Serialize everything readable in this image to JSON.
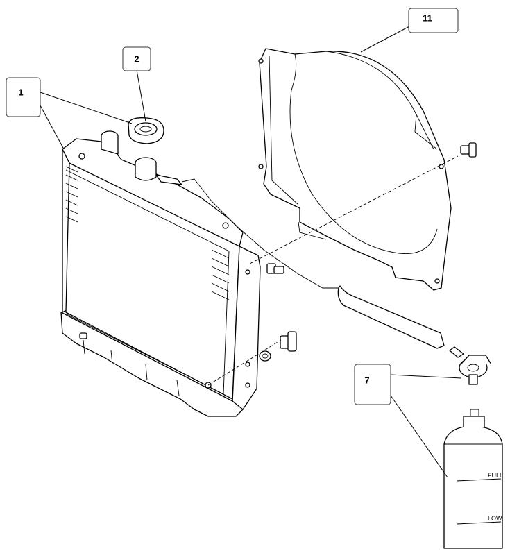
{
  "callouts": [
    {
      "id": "1",
      "label": "1"
    },
    {
      "id": "2",
      "label": "2"
    },
    {
      "id": "7",
      "label": "7"
    },
    {
      "id": "11",
      "label": "11"
    }
  ],
  "reservoir_marks": {
    "upper": "FULL",
    "lower": "LOW"
  }
}
